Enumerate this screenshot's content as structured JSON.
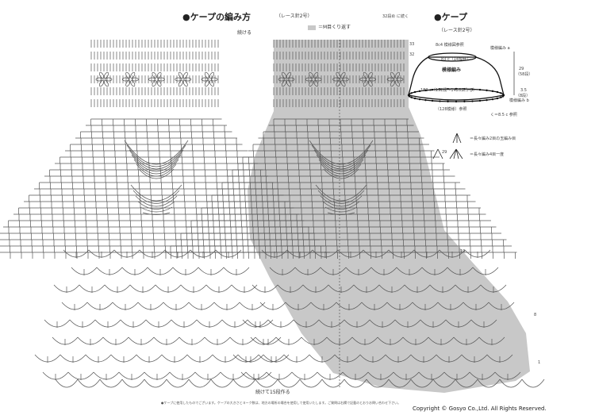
{
  "title": {
    "text": "●ケープの編み方",
    "note": "（レース針2号）"
  },
  "legend": {
    "shade": "＝M目くり返す",
    "shade_color": "#c8c8c8"
  },
  "top": {
    "continue_left": "続ける",
    "continue_right": "32段め に続く"
  },
  "rows": [
    "33",
    "32",
    "29",
    "19",
    "8",
    "1"
  ],
  "bottom": {
    "label": "続けて15段作る"
  },
  "cape": {
    "title": "●ケープ",
    "note": "（レース針2号）",
    "labels": {
      "top1": "8c4 模様図参照",
      "top2": "83 c（14模様）",
      "center": "模様編み",
      "body_a": "模様編み a",
      "body_b": "模様編み b",
      "bottom1": "183 c（152段〜1426目作る）",
      "bottom2": "（128模様）参照",
      "right_num1": "29",
      "right_num2": "（58段）",
      "right_num3": "3.5",
      "right_num4": "（8段）",
      "foot": "く＝8.5 c 参照"
    }
  },
  "keys": {
    "k1": "＝長々編み2目の玉編み目",
    "k2": "＝長々編み4目一度"
  },
  "footnote": "●ケープに使用したものでございます。ケープの大きさとヨーク数は、地方の場所の場合を使用して使用いたします。ご質問は右欄で記載のとおりお問い合わせ下さい。",
  "copyright": "Copyright © Gosyo Co.,Ltd. All Rights Reserved."
}
